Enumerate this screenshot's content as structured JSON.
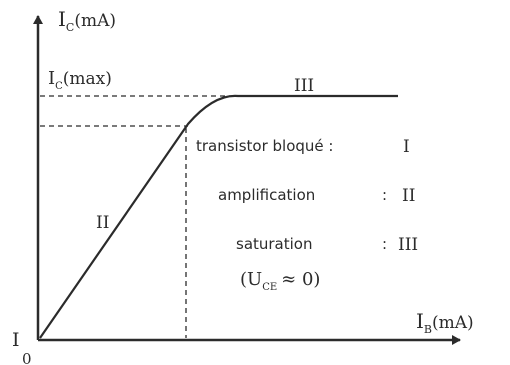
{
  "axes": {
    "y_label_main": "I",
    "y_label_sub": "C",
    "y_label_unit": "(mA)",
    "x_label_main": "I",
    "x_label_sub": "B",
    "x_label_unit": "(mA)",
    "origin_label": "0",
    "origin_region_label": "I"
  },
  "levels": {
    "ic_max_main": "I",
    "ic_max_sub": "C",
    "ic_max_rest": "(max)"
  },
  "regions": {
    "linear_label": "II",
    "saturation_label": "III"
  },
  "legend": {
    "blocked_text": "transistor bloqué :",
    "blocked_roman": "I",
    "amplification_text": "amplification",
    "amplification_colon": ":",
    "amplification_roman": "II",
    "saturation_text": "saturation",
    "saturation_colon": ":",
    "saturation_roman": "III",
    "uce_open": "(U",
    "uce_sub": "CE",
    "uce_rest": "≈ 0)"
  },
  "colors": {
    "ink": "#2b2b2b",
    "background": "#ffffff"
  }
}
